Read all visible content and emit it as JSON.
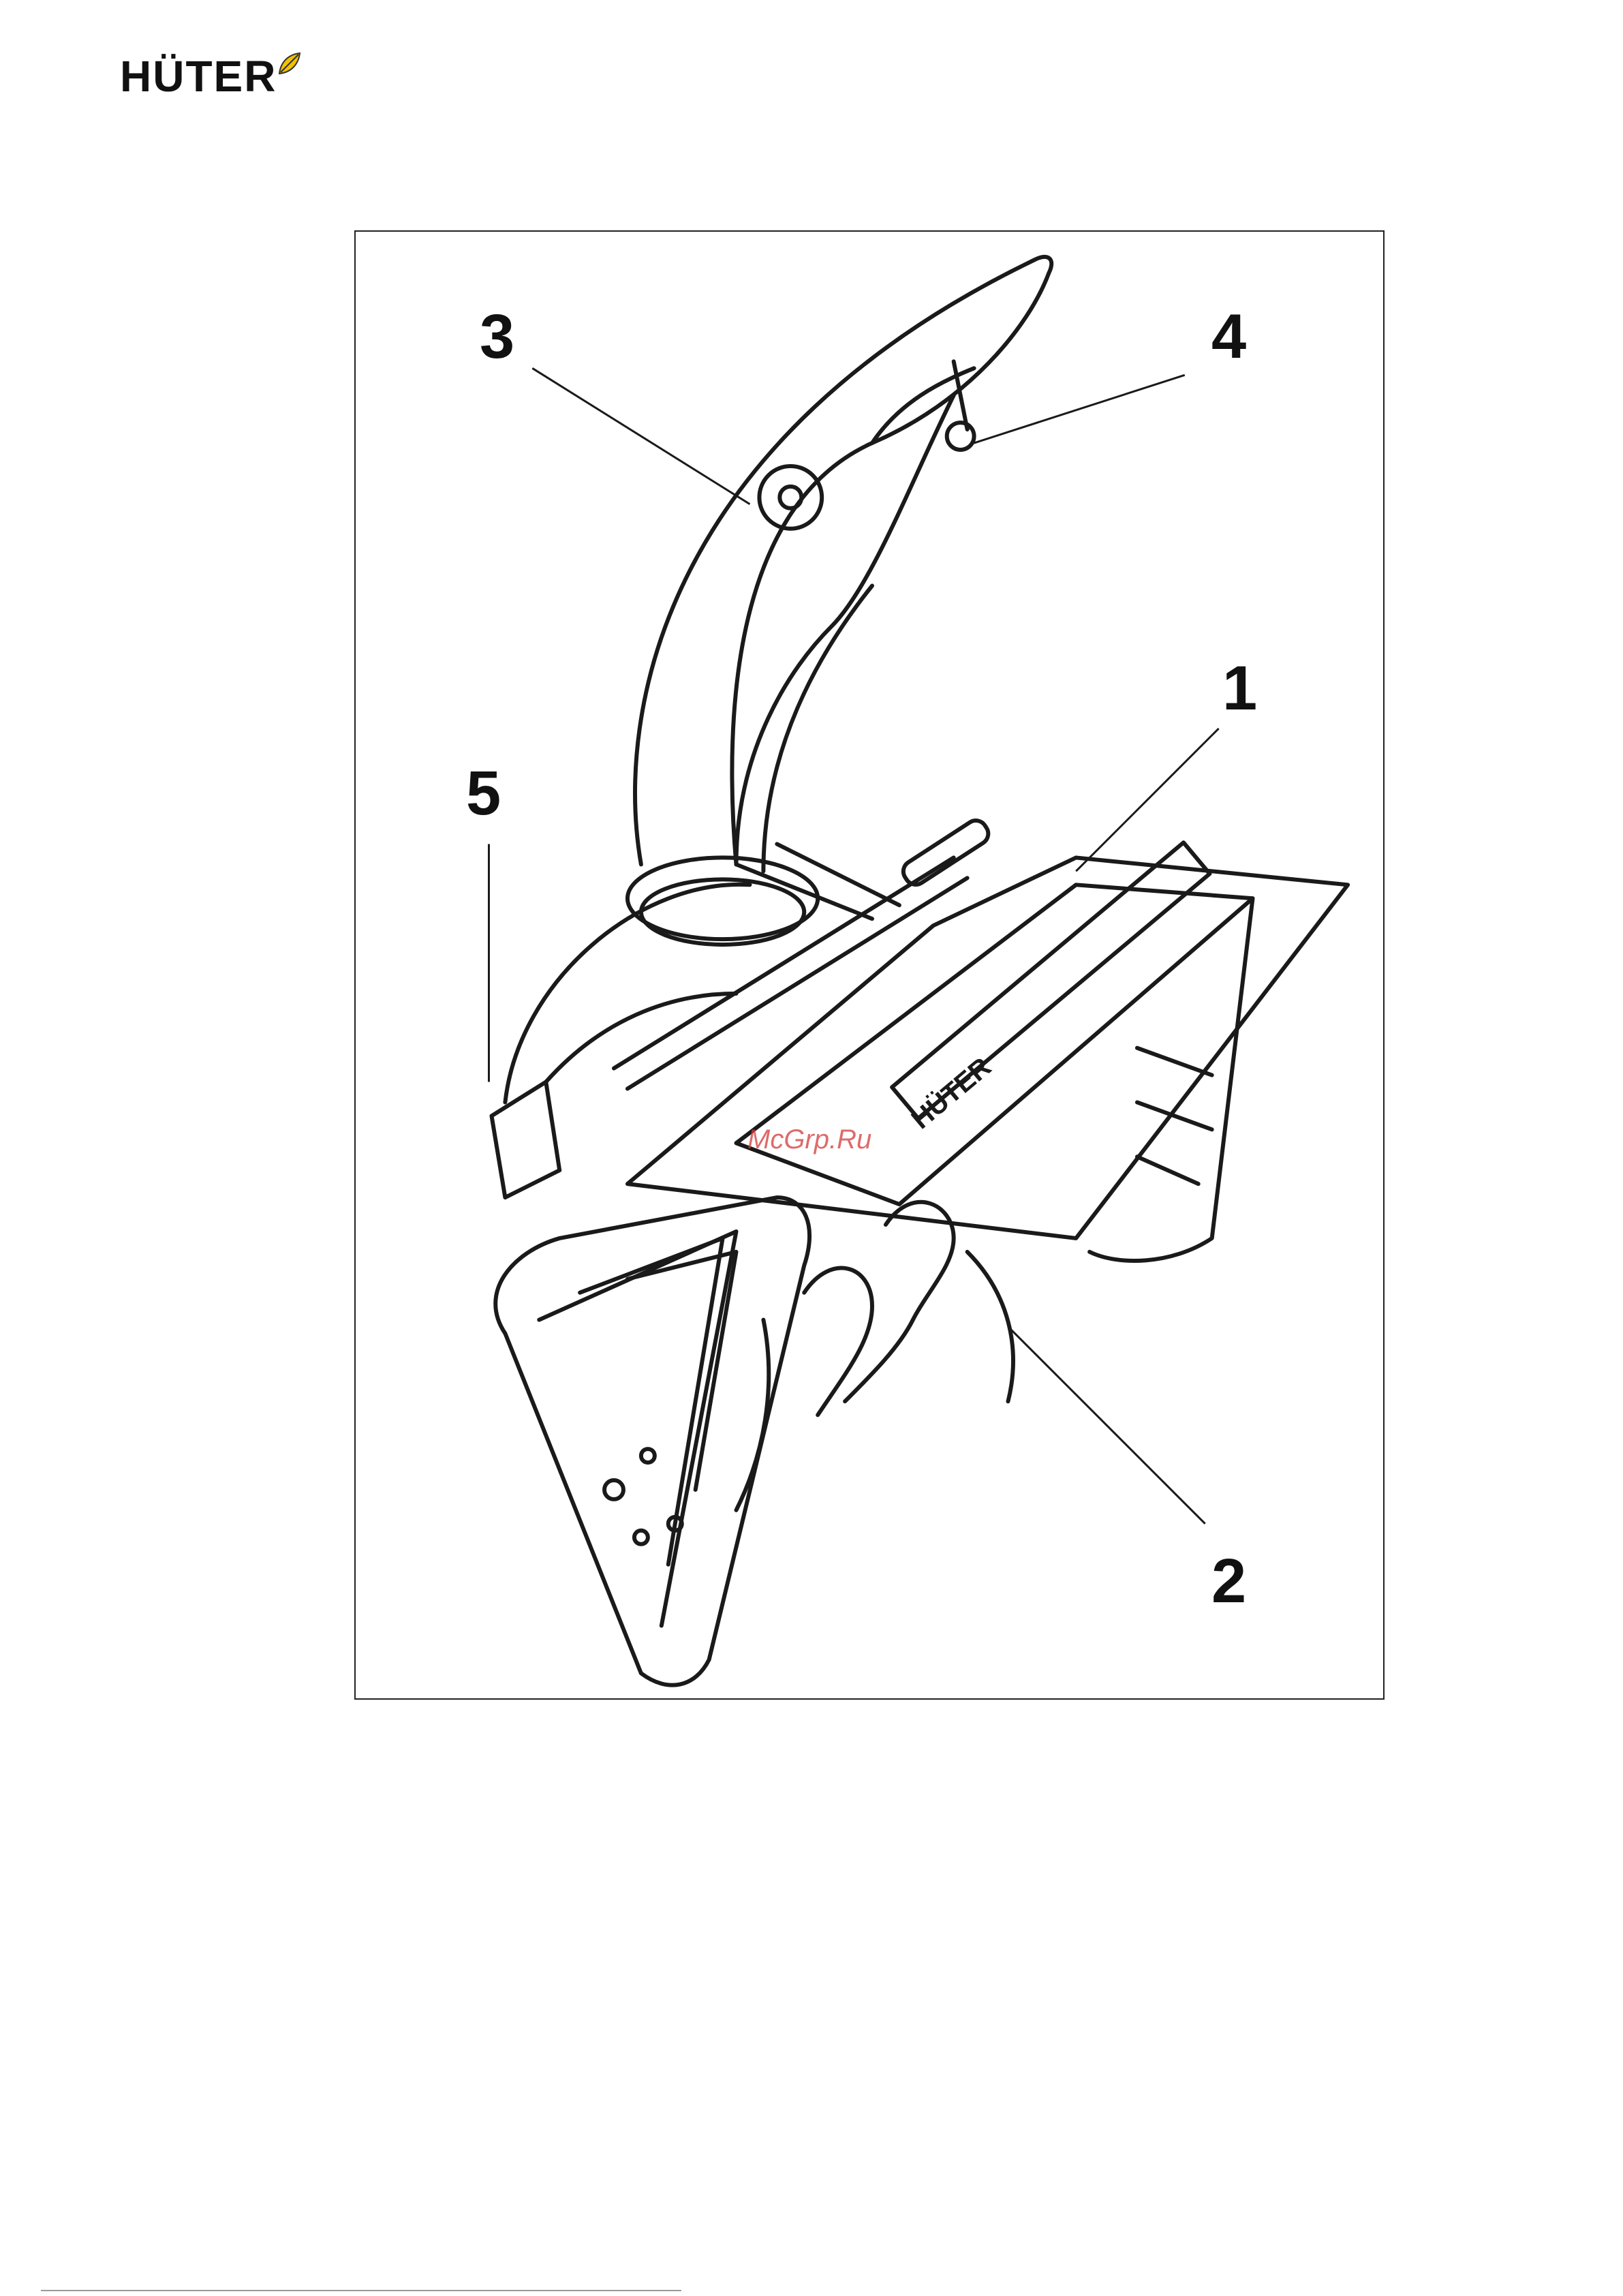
{
  "brand": {
    "logo_text": "HÜTER",
    "accent_color": "#f2c200"
  },
  "figure": {
    "watermark": "McGrp.Ru",
    "body_logo": "HÜTER",
    "callouts": [
      {
        "label": "1",
        "part": "housing"
      },
      {
        "label": "2",
        "part": "auger"
      },
      {
        "label": "3",
        "part": "discharge-chute"
      },
      {
        "label": "4",
        "part": "chute-deflector-knob"
      },
      {
        "label": "5",
        "part": "drive-cover"
      }
    ]
  }
}
